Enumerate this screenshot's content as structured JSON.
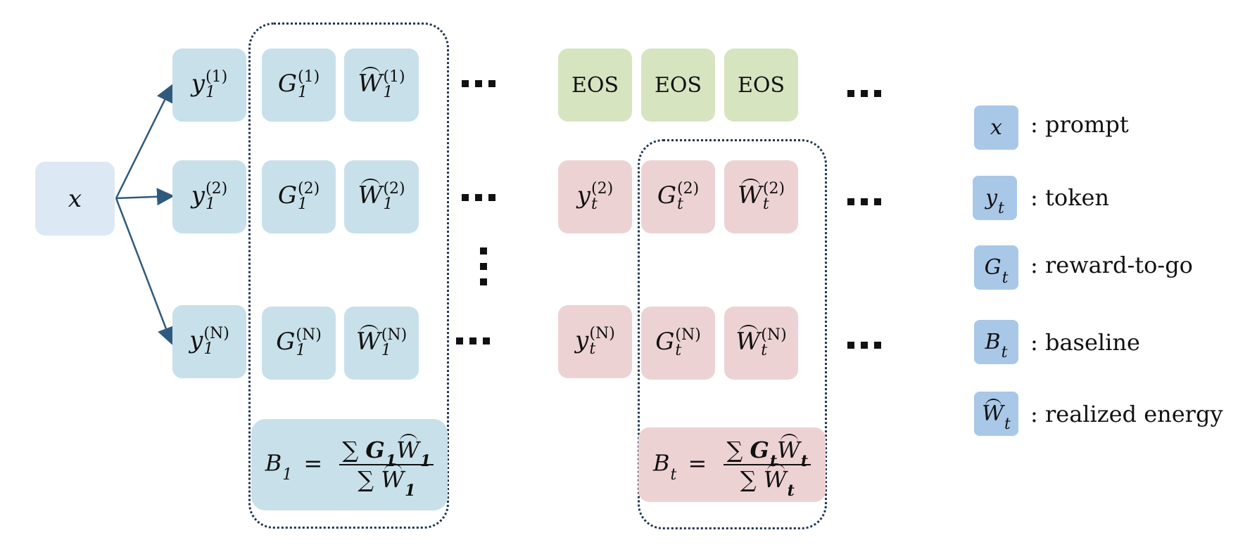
{
  "colors": {
    "prompt_box": "#dde8f5",
    "step1_box": "#c8e0ea",
    "stept_box": "#edd2d4",
    "eos_box": "#d7e4c0",
    "legend_box": "#a9c8e8",
    "arrow": "#2e5a7d",
    "dotted_border": "#1f3550"
  },
  "prompt": {
    "symbol": "x"
  },
  "step1": {
    "rows": [
      {
        "y": "y",
        "y_sub": "1",
        "y_sup": "(1)",
        "g": "G",
        "g_sub": "1",
        "g_sup": "(1)",
        "w": "W",
        "w_sub": "1",
        "w_sup": "(1)"
      },
      {
        "y": "y",
        "y_sub": "1",
        "y_sup": "(2)",
        "g": "G",
        "g_sub": "1",
        "g_sup": "(2)",
        "w": "W",
        "w_sub": "1",
        "w_sup": "(2)"
      },
      {
        "y": "y",
        "y_sub": "1",
        "y_sup": "(N)",
        "g": "G",
        "g_sub": "1",
        "g_sup": "(N)",
        "w": "W",
        "w_sub": "1",
        "w_sup": "(N)"
      }
    ],
    "baseline": {
      "lhs": "B",
      "lhs_sub": "1",
      "eq": "=",
      "num_sigma": "∑",
      "num_g": "G",
      "num_g_sub": "1",
      "num_w": "W",
      "num_w_sub": "1",
      "den_sigma": "∑",
      "den_w": "W",
      "den_w_sub": "1"
    }
  },
  "eos_row": [
    "EOS",
    "EOS",
    "EOS"
  ],
  "stept": {
    "rows": [
      {
        "y": "y",
        "y_sub": "t",
        "y_sup": "(2)",
        "g": "G",
        "g_sub": "t",
        "g_sup": "(2)",
        "w": "W",
        "w_sub": "t",
        "w_sup": "(2)"
      },
      {
        "y": "y",
        "y_sub": "t",
        "y_sup": "(N)",
        "g": "G",
        "g_sub": "t",
        "g_sup": "(N)",
        "w": "W",
        "w_sub": "t",
        "w_sup": "(N)"
      }
    ],
    "baseline": {
      "lhs": "B",
      "lhs_sub": "t",
      "eq": "=",
      "num_sigma": "∑",
      "num_g": "G",
      "num_g_sub": "t",
      "num_w": "W",
      "num_w_sub": "t",
      "den_sigma": "∑",
      "den_w": "W",
      "den_w_sub": "t"
    }
  },
  "legend": [
    {
      "sym": "x",
      "sub": "",
      "hat": false,
      "label": ": prompt"
    },
    {
      "sym": "y",
      "sub": "t",
      "hat": false,
      "label": ": token"
    },
    {
      "sym": "G",
      "sub": "t",
      "hat": false,
      "label": ": reward-to-go"
    },
    {
      "sym": "B",
      "sub": "t",
      "hat": false,
      "label": ": baseline"
    },
    {
      "sym": "W",
      "sub": "t",
      "hat": true,
      "label": ": realized energy"
    }
  ]
}
